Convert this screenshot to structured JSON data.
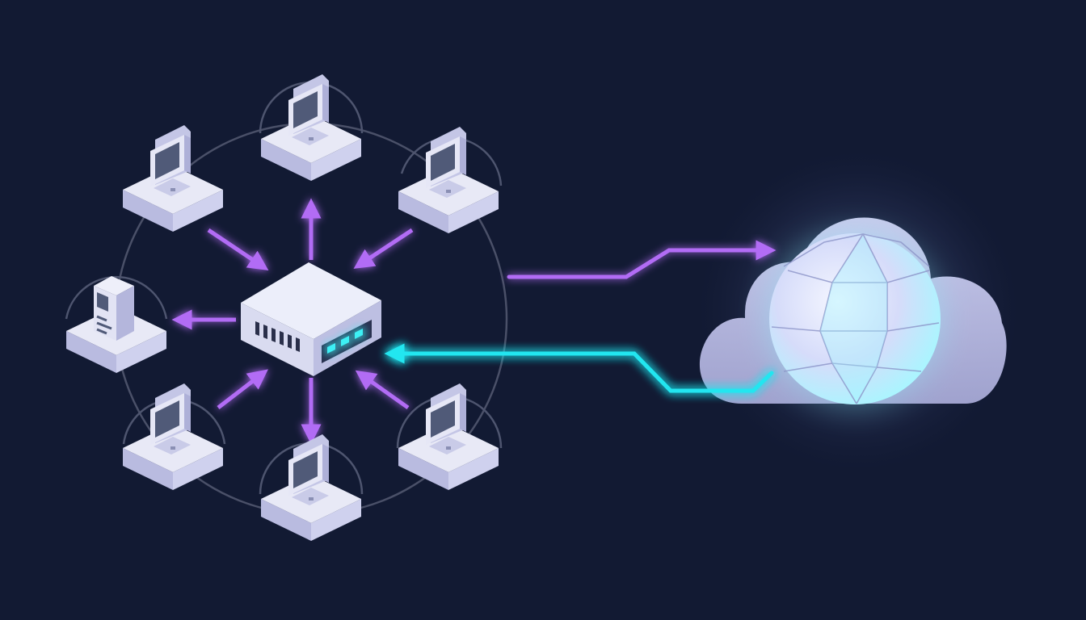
{
  "diagram": {
    "type": "network-topology",
    "hub": {
      "icon": "network-switch-icon"
    },
    "nodes": [
      {
        "id": "workstation-top",
        "icon": "workstation-icon",
        "link": "to-node"
      },
      {
        "id": "workstation-top-left",
        "icon": "workstation-icon",
        "link": "to-hub"
      },
      {
        "id": "workstation-top-right",
        "icon": "workstation-icon",
        "link": "to-hub"
      },
      {
        "id": "server-left",
        "icon": "server-tower-icon",
        "link": "to-node"
      },
      {
        "id": "workstation-bottom-left",
        "icon": "workstation-icon",
        "link": "to-hub"
      },
      {
        "id": "workstation-bottom",
        "icon": "workstation-icon",
        "link": "to-node"
      },
      {
        "id": "workstation-bottom-right",
        "icon": "workstation-icon",
        "link": "to-hub"
      }
    ],
    "cloud": {
      "icon": "cloud-icon",
      "inner_icon": "globe-icon"
    },
    "cloud_links": [
      {
        "id": "uplink-to-cloud",
        "direction": "to-cloud",
        "color": "#b26cf5"
      },
      {
        "id": "downlink-from-cloud",
        "direction": "to-hub",
        "color": "#b26cf5"
      },
      {
        "id": "link-to-cloud-edge",
        "direction": "to-cloud",
        "color": "#b26cf5"
      },
      {
        "id": "return-link-from-cloud",
        "direction": "to-hub",
        "color": "#22e6f0"
      }
    ],
    "colors": {
      "background": "#121a33",
      "device_face": "#e8e9f6",
      "device_side": "#b9bbe0",
      "screen": "#505a78",
      "link_purple": "#b26cf5",
      "link_cyan": "#22e6f0",
      "ring": "#4a5068",
      "cloud": "#c9cbef",
      "globe_glow": "#8ff5ff"
    }
  }
}
